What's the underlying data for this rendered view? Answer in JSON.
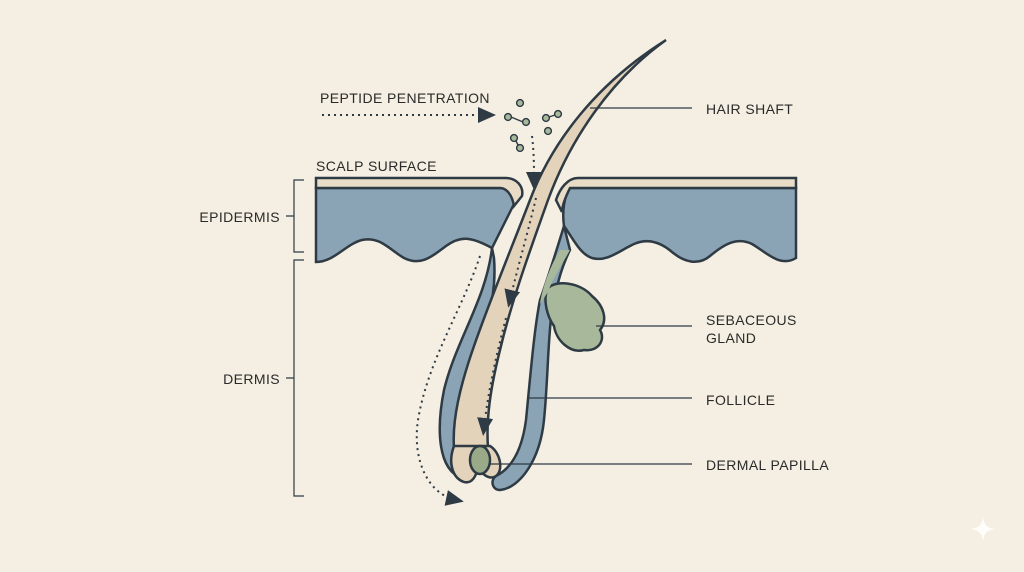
{
  "labels": {
    "peptide_penetration": "PEPTIDE PENETRATION",
    "scalp_surface": "SCALP SURFACE",
    "hair_shaft": "HAIR SHAFT",
    "epidermis": "EPIDERMIS",
    "dermis": "DERMIS",
    "sebaceous_gland": "SEBACEOUS\nGLAND",
    "follicle": "FOLLICLE",
    "dermal_papilla": "DERMAL PAPILLA"
  },
  "colors": {
    "background": "#f4efe2",
    "epidermis_blue": "#8aa3b5",
    "shaft_beige": "#e3d3ba",
    "surface_beige": "#e8dcc6",
    "gland_green": "#a8b89a",
    "papilla_green": "#9aaa88",
    "outline": "#2e3a44"
  },
  "icons": {
    "molecules": "peptide-molecule-cluster",
    "corner": "sparkle-icon"
  }
}
